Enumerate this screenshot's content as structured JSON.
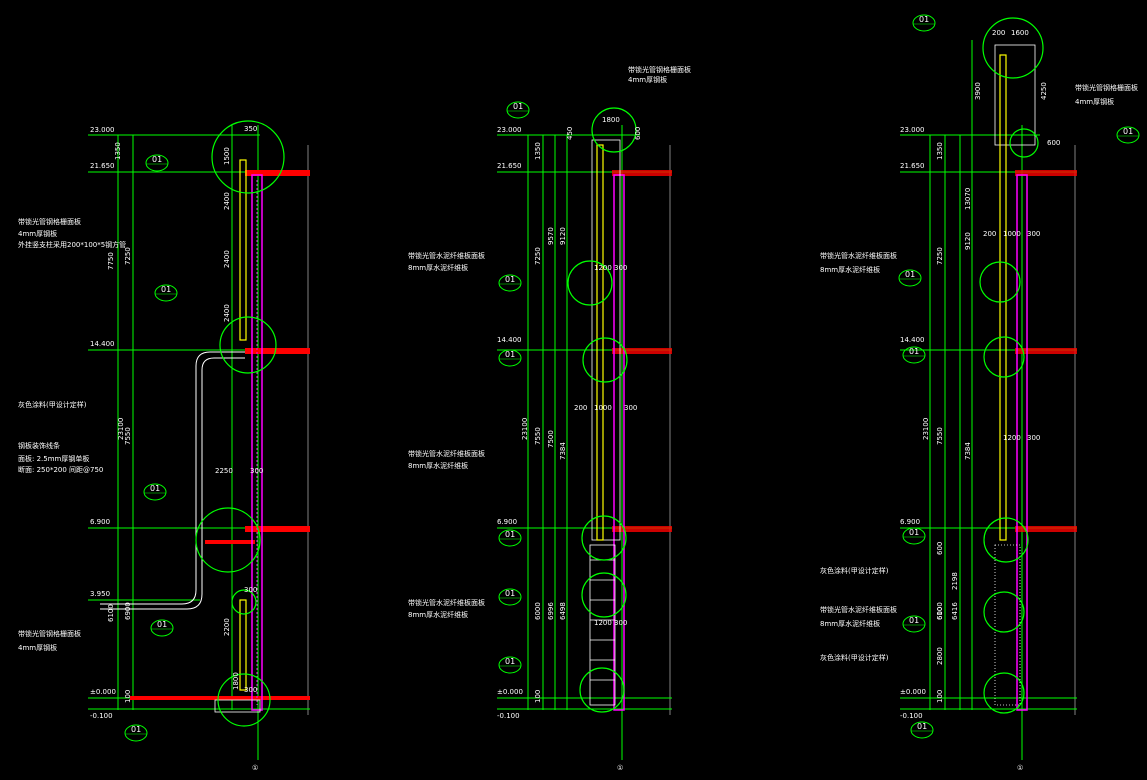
{
  "colors": {
    "background": "#000000",
    "dim_line": "#00ff00",
    "text": "#ffffff",
    "slab": "#ff0000",
    "wall": "#ff00ff",
    "ladder": "#ffff00",
    "grid": "#808080"
  },
  "sections": [
    {
      "levels": [
        "23.000",
        "21.650",
        "14.400",
        "6.900",
        "3.950",
        "±0.000",
        "-0.100"
      ],
      "dims_vertical_outer": [
        "7250",
        "23100",
        "7550",
        "6900",
        "100"
      ],
      "dims_vertical_inner": [
        "1350",
        "7750",
        "6100"
      ],
      "dims_vertical_near": [
        "1500",
        "2400",
        "2400",
        "2400",
        "2200",
        "1800"
      ],
      "dims_horizontal": [
        "350",
        "2250",
        "300",
        "300",
        "300"
      ],
      "notes": [
        "带锁光管钢格栅面板",
        "4mm厚钢板",
        "外挂竖支柱采用200*100*5钢方管",
        "灰色涂料(甲设计定样)",
        "钢板装饰线条",
        "面板: 2.5mm厚钢单板",
        "断面: 250*200  间距@750",
        "带锁光管钢格栅面板",
        "4mm厚钢板"
      ],
      "tags": [
        "01",
        "01",
        "01",
        "01",
        "01"
      ],
      "axis": "①"
    },
    {
      "levels": [
        "23.000",
        "21.650",
        "14.400",
        "6.900",
        "±0.000",
        "-0.100"
      ],
      "dims_vertical_outer": [
        "7250",
        "23100",
        "7550",
        "6000",
        "100"
      ],
      "dims_vertical_inner": [
        "1350",
        "9570",
        "9120",
        "7500",
        "7384",
        "6996",
        "6498"
      ],
      "dims_top": [
        "1800",
        "450",
        "600"
      ],
      "dims_horizontal": [
        "1200",
        "300",
        "200",
        "1000",
        "300",
        "1200",
        "300"
      ],
      "notes": [
        "带锁光管钢格栅面板",
        "4mm厚钢板",
        "带锁光管水泥纤维板面板",
        "8mm厚水泥纤维板",
        "带锁光管水泥纤维板面板",
        "8mm厚水泥纤维板",
        "带锁光管水泥纤维板面板",
        "8mm厚水泥纤维板"
      ],
      "tags": [
        "01",
        "01",
        "01",
        "01",
        "01",
        "01"
      ],
      "axis": "①"
    },
    {
      "levels": [
        "23.000",
        "21.650",
        "14.400",
        "6.900",
        "±0.000",
        "-0.100"
      ],
      "dims_vertical_outer": [
        "7250",
        "23100",
        "7550",
        "6100",
        "100"
      ],
      "dims_vertical_inner": [
        "3900",
        "1350",
        "13070",
        "9120",
        "7384",
        "600",
        "2198",
        "600",
        "2800",
        "6416"
      ],
      "dims_top": [
        "200",
        "1600",
        "4250",
        "600"
      ],
      "dims_horizontal": [
        "200",
        "1000",
        "300",
        "1200",
        "300"
      ],
      "notes": [
        "带锁光管钢格栅面板",
        "4mm厚钢板",
        "带锁光管水泥纤维板面板",
        "8mm厚水泥纤维板",
        "灰色涂料(甲设计定样)",
        "带锁光管水泥纤维板面板",
        "8mm厚水泥纤维板",
        "灰色涂料(甲设计定样)"
      ],
      "tags": [
        "01",
        "01",
        "01",
        "01",
        "01",
        "01",
        "01"
      ],
      "axis": "①"
    }
  ]
}
